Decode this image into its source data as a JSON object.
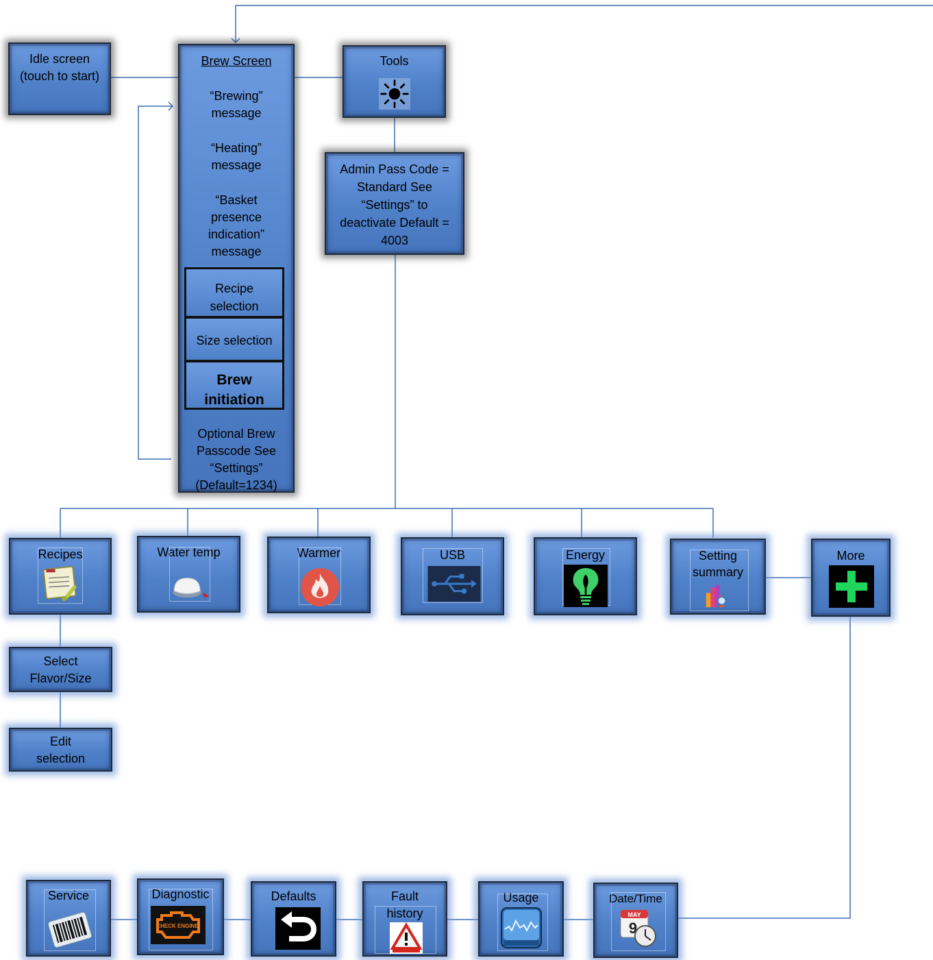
{
  "brew_screen": {
    "title": "Brew Screen",
    "brewing_msg": "“Brewing” message",
    "heating_msg": "“Heating” message",
    "basket_msg": "“Basket presence indication” message",
    "recipe_selection": "Recipe selection",
    "size_selection": "Size selection",
    "brew_initiation": "Brew initiation",
    "optional_passcode": "Optional Brew Passcode See “Settings” (Default=1234)"
  },
  "idle_screen": {
    "label": "Idle screen (touch to start)"
  },
  "tools": {
    "label": "Tools",
    "icon": "sun-icon"
  },
  "admin": {
    "label": "Admin Pass Code = Standard See “Settings” to deactivate Default = 4003"
  },
  "tools_menu": [
    {
      "label": "Recipes",
      "icon": "recipe-card-icon"
    },
    {
      "label": "Water temp",
      "icon": "thermostat-dial-icon"
    },
    {
      "label": "Warmer",
      "icon": "flame-icon"
    },
    {
      "label": "USB",
      "icon": "usb-icon"
    },
    {
      "label": "Energy",
      "icon": "lightbulb-icon"
    },
    {
      "label": "Setting summary",
      "icon": "bar-chart-magnifier-icon"
    },
    {
      "label": "More",
      "icon": "plus-icon"
    }
  ],
  "recipes_sub": [
    {
      "label": "Select Flavor/Size"
    },
    {
      "label": "Edit selection"
    }
  ],
  "more_menu": [
    {
      "label": "Service",
      "icon": "barcode-icon"
    },
    {
      "label": "Diagnostic",
      "icon": "check-engine-icon",
      "icon_text": "CHECK ENGINE"
    },
    {
      "label": "Defaults",
      "icon": "undo-arrow-icon"
    },
    {
      "label": "Fault history",
      "icon": "warning-icon"
    },
    {
      "label": "Usage",
      "icon": "stock-graph-icon"
    },
    {
      "label": "Date/Time",
      "icon": "calendar-clock-icon",
      "icon_text": "MAY",
      "icon_day": "9"
    }
  ],
  "colors": {
    "box": "#4f81c9",
    "connector": "#3d6fb3",
    "plus": "#1fd65a",
    "bulb": "#3fd06a"
  }
}
